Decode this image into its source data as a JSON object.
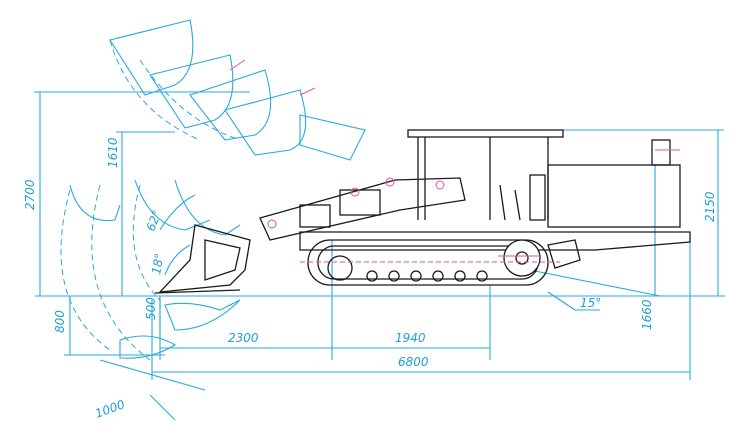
{
  "colors": {
    "dimension": "#29a9e0",
    "outline": "#1a1a1a",
    "axis": "#e0529a"
  },
  "dimensions": {
    "height_2700": "2700",
    "height_1610": "1610",
    "height_800": "800",
    "height_500": "500",
    "width_1000": "1000",
    "length_2300": "2300",
    "length_1940": "1940",
    "length_6800": "6800",
    "height_1660": "1660",
    "height_2150": "2150"
  },
  "angles": {
    "bucket_62": "62°",
    "bucket_18": "18°",
    "departure_15": "15°"
  }
}
